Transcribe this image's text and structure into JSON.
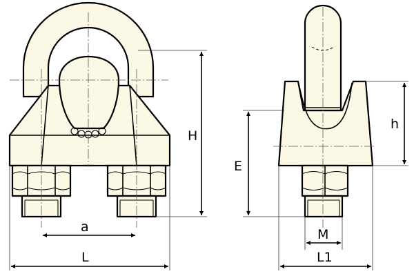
{
  "dimensions": {
    "H": "H",
    "a": "a",
    "L": "L",
    "E": "E",
    "h": "h",
    "M": "M",
    "L1": "L1"
  }
}
